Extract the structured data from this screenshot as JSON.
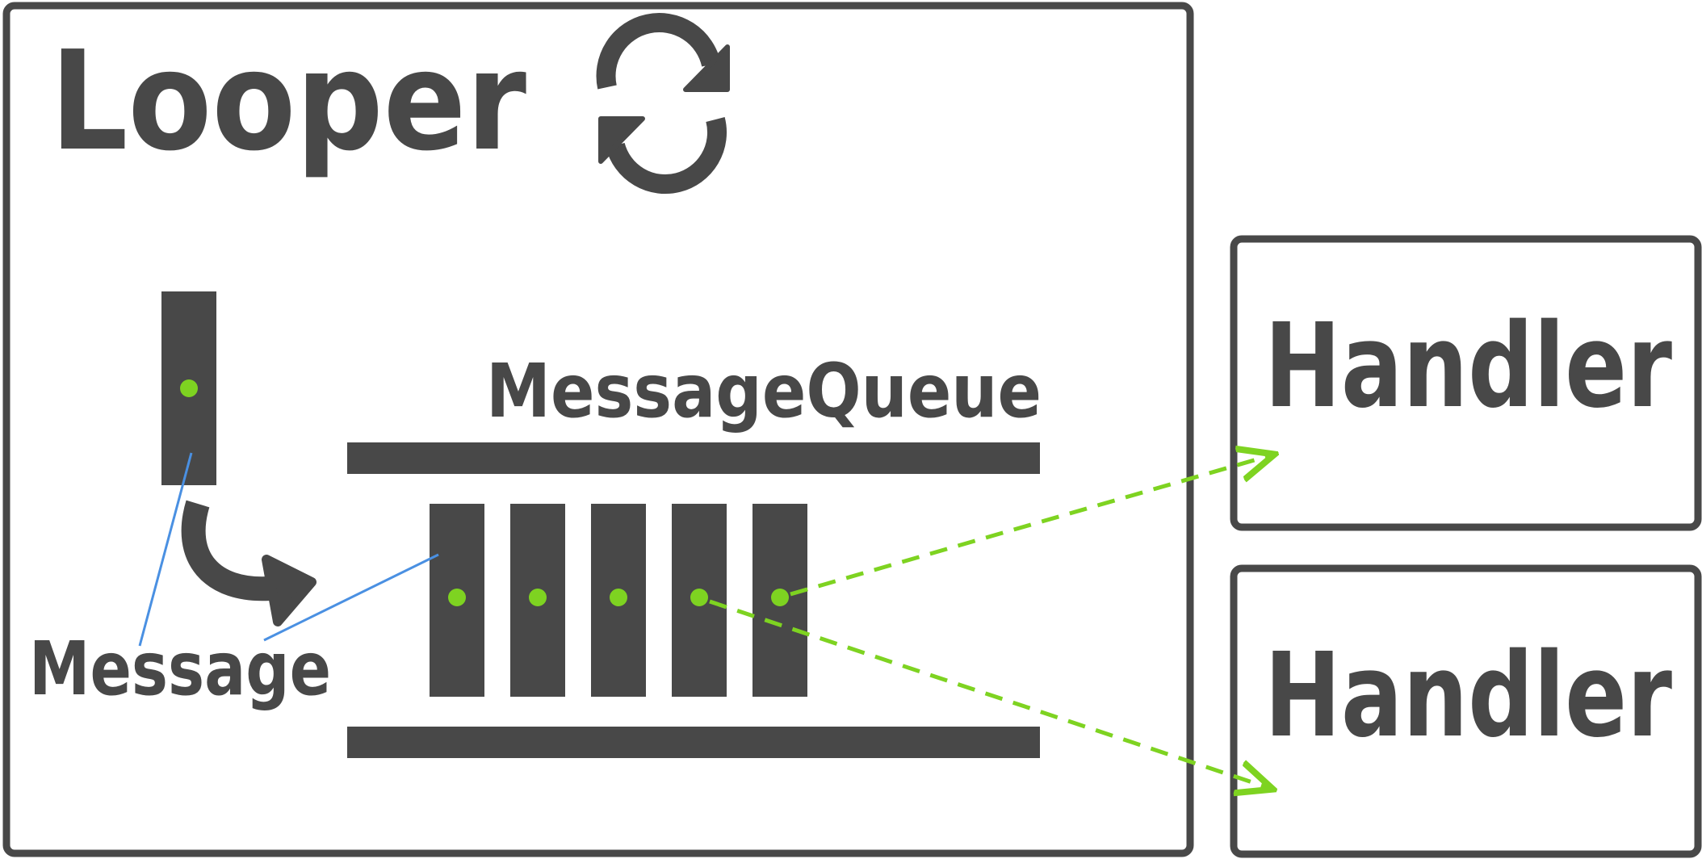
{
  "looper": {
    "title": "Looper",
    "icon": "refresh-icon"
  },
  "message_queue": {
    "title": "MessageQueue",
    "slot_count": 5
  },
  "message": {
    "label": "Message",
    "icon": "curved-arrow-icon"
  },
  "handlers": [
    {
      "label": "Handler"
    },
    {
      "label": "Handler"
    }
  ],
  "colors": {
    "ink": "#484848",
    "message_dot": "#7ed321",
    "leader_line": "#4a90e2",
    "dispatch_arrow": "#7ed321",
    "background": "#ffffff"
  }
}
